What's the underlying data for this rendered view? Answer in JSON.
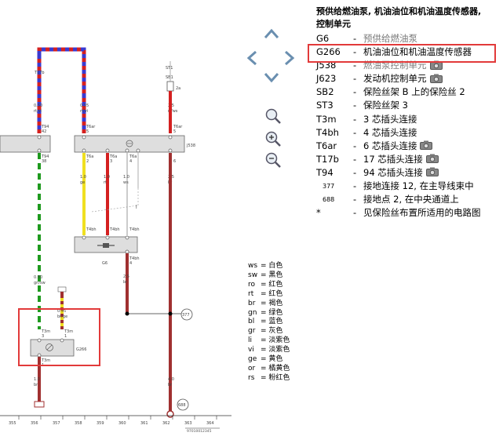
{
  "legend": {
    "title_line1": "预供给燃油泵, 机油油位和机油温度传感器,",
    "title_line2": "控制单元",
    "items": [
      {
        "code": "G6",
        "desc": "预供给燃油泵",
        "dim": true,
        "camera": false
      },
      {
        "code": "G266",
        "desc": "机油油位和机油温度传感器",
        "dim": false,
        "camera": false
      },
      {
        "code": "J538",
        "desc": "燃油泵控制单元",
        "dim": true,
        "camera": true
      },
      {
        "code": "J623",
        "desc": "发动机控制单元",
        "dim": false,
        "camera": true
      },
      {
        "code": "SB2",
        "desc": "保险丝架 B 上的保险丝 2",
        "dim": false,
        "camera": false
      },
      {
        "code": "ST3",
        "desc": "保险丝架 3",
        "dim": false,
        "camera": false
      },
      {
        "code": "T3m",
        "desc": "3 芯插头连接",
        "dim": false,
        "camera": false
      },
      {
        "code": "T4bh",
        "desc": "4 芯插头连接",
        "dim": false,
        "camera": false
      },
      {
        "code": "T6ar",
        "desc": "6 芯插头连接",
        "dim": false,
        "camera": true
      },
      {
        "code": "T17b",
        "desc": "17 芯插头连接",
        "dim": false,
        "camera": true
      },
      {
        "code": "T94",
        "desc": "94 芯插头连接",
        "dim": false,
        "camera": true
      },
      {
        "code": "377",
        "desc": "接地连接 12, 在主导线束中",
        "dim": false,
        "camera": false
      },
      {
        "code": "688",
        "desc": "接地点 2, 在中央通道上",
        "dim": false,
        "camera": false
      },
      {
        "code": "*",
        "desc": "见保险丝布置所适用的电路图",
        "dim": false,
        "camera": false
      }
    ]
  },
  "color_codes": [
    {
      "abbr": "ws",
      "name": "白色"
    },
    {
      "abbr": "sw",
      "name": "黑色"
    },
    {
      "abbr": "ro",
      "name": "红色"
    },
    {
      "abbr": "rt",
      "name": "红色"
    },
    {
      "abbr": "br",
      "name": "褐色"
    },
    {
      "abbr": "gn",
      "name": "绿色"
    },
    {
      "abbr": "bl",
      "name": "蓝色"
    },
    {
      "abbr": "gr",
      "name": "灰色"
    },
    {
      "abbr": "li",
      "name": "淡紫色"
    },
    {
      "abbr": "vi",
      "name": "淡紫色"
    },
    {
      "abbr": "ge",
      "name": "黄色"
    },
    {
      "abbr": "or",
      "name": "橘黄色"
    },
    {
      "abbr": "rs",
      "name": "粉红色"
    }
  ],
  "diagram": {
    "labels": {
      "t17b": "T17b",
      "st1": "ST1",
      "sb1": "SB1",
      "w1_size": "0.50",
      "w1_color": "rt/vi",
      "w2_size": "0.35",
      "w2_color": "rt/vi",
      "w3_size": "2.5",
      "w3_color": "rt/ws",
      "t94_a": "T94",
      "t94_a_pin": "42",
      "t6ar_a": "T6ar",
      "t6ar_a_pin": "5",
      "t6ar_b": "T6ar",
      "t6ar_b_pin": "5",
      "j538": "J538",
      "t94_b": "T94",
      "t94_b_pin": "38",
      "t6a1": "T6a",
      "t6a2": "T6a",
      "t6a3": "T6a",
      "pin2": "2",
      "pin3": "3",
      "pin4": "4",
      "pin5": "6",
      "w4_size": "1.0",
      "w4_color": "ge",
      "w5_size": "1.0",
      "w5_color": "rt",
      "w6_size": "1.0",
      "w6_color": "ws",
      "w7_size": "2.5",
      "w7_color": "br",
      "t4bh1": "T4bh",
      "t4bh2": "T4bh",
      "t4bh3": "T4bh",
      "g6": "G6",
      "t4bh4": "T4bh",
      "t4bh4_pin": "4",
      "w8_size": "2.5",
      "w8_color": "br",
      "w9_size": "0.50",
      "w9_color": "gn/sw",
      "w10_size": "0.35",
      "w10_color": "br/ge",
      "t3m1": "T3m",
      "t3m1_pin": "3",
      "t3m2": "T3m",
      "t3m2_pin": "1",
      "g266": "G266",
      "t3m3": "T3m",
      "t3m3_pin": "1",
      "w11_size": "1.0",
      "w11_color": "br",
      "w12_size": "4.0",
      "w12_color": "br",
      "ground377": "377",
      "ground688": "688",
      "l_marker": "l",
      "st_label": "*",
      "sb_label": "2a",
      "x_tick": [
        "355",
        "356",
        "357",
        "358",
        "359",
        "360",
        "361",
        "362",
        "363",
        "364"
      ],
      "doc_id": "97010012345"
    }
  },
  "nav": {
    "up": "up-arrow",
    "left": "left-arrow",
    "right": "right-arrow",
    "down": "down-arrow",
    "fit": "zoom-fit",
    "zoom_in": "zoom-in",
    "zoom_out": "zoom-out"
  },
  "colors": {
    "highlight": "#e23a3a",
    "wire_red": "#d42020",
    "wire_blue": "#3a3ad0",
    "wire_green": "#1f9a1f",
    "wire_yellow": "#f0e020",
    "wire_brown": "#a03030"
  }
}
